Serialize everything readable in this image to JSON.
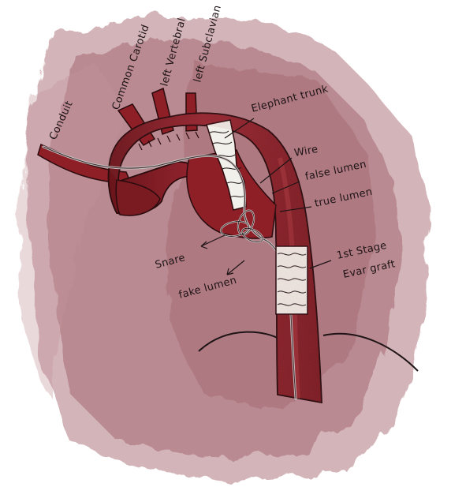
{
  "labels": {
    "conduit": "Conduit",
    "common_carotid": "Common Carotid",
    "left_vertebral": "left Vertebral",
    "left_subclavian": "left Subclavian",
    "elephant_trunk": "Elephant trunk",
    "wire": "Wire",
    "false_lumen_top": "false lumen",
    "true_lumen": "true lumen",
    "snare": "Snare",
    "fake_lumen": "fake lumen",
    "first_stage": "1st Stage",
    "evar_graft": "Evar graft"
  },
  "colors": {
    "background_wash": "#a0626c",
    "vessel": "#8e1f26",
    "vessel_dark": "#6a141a",
    "vessel_highlight": "#b03a42",
    "graft": "#f2f0ea",
    "ink": "#1e1416"
  }
}
